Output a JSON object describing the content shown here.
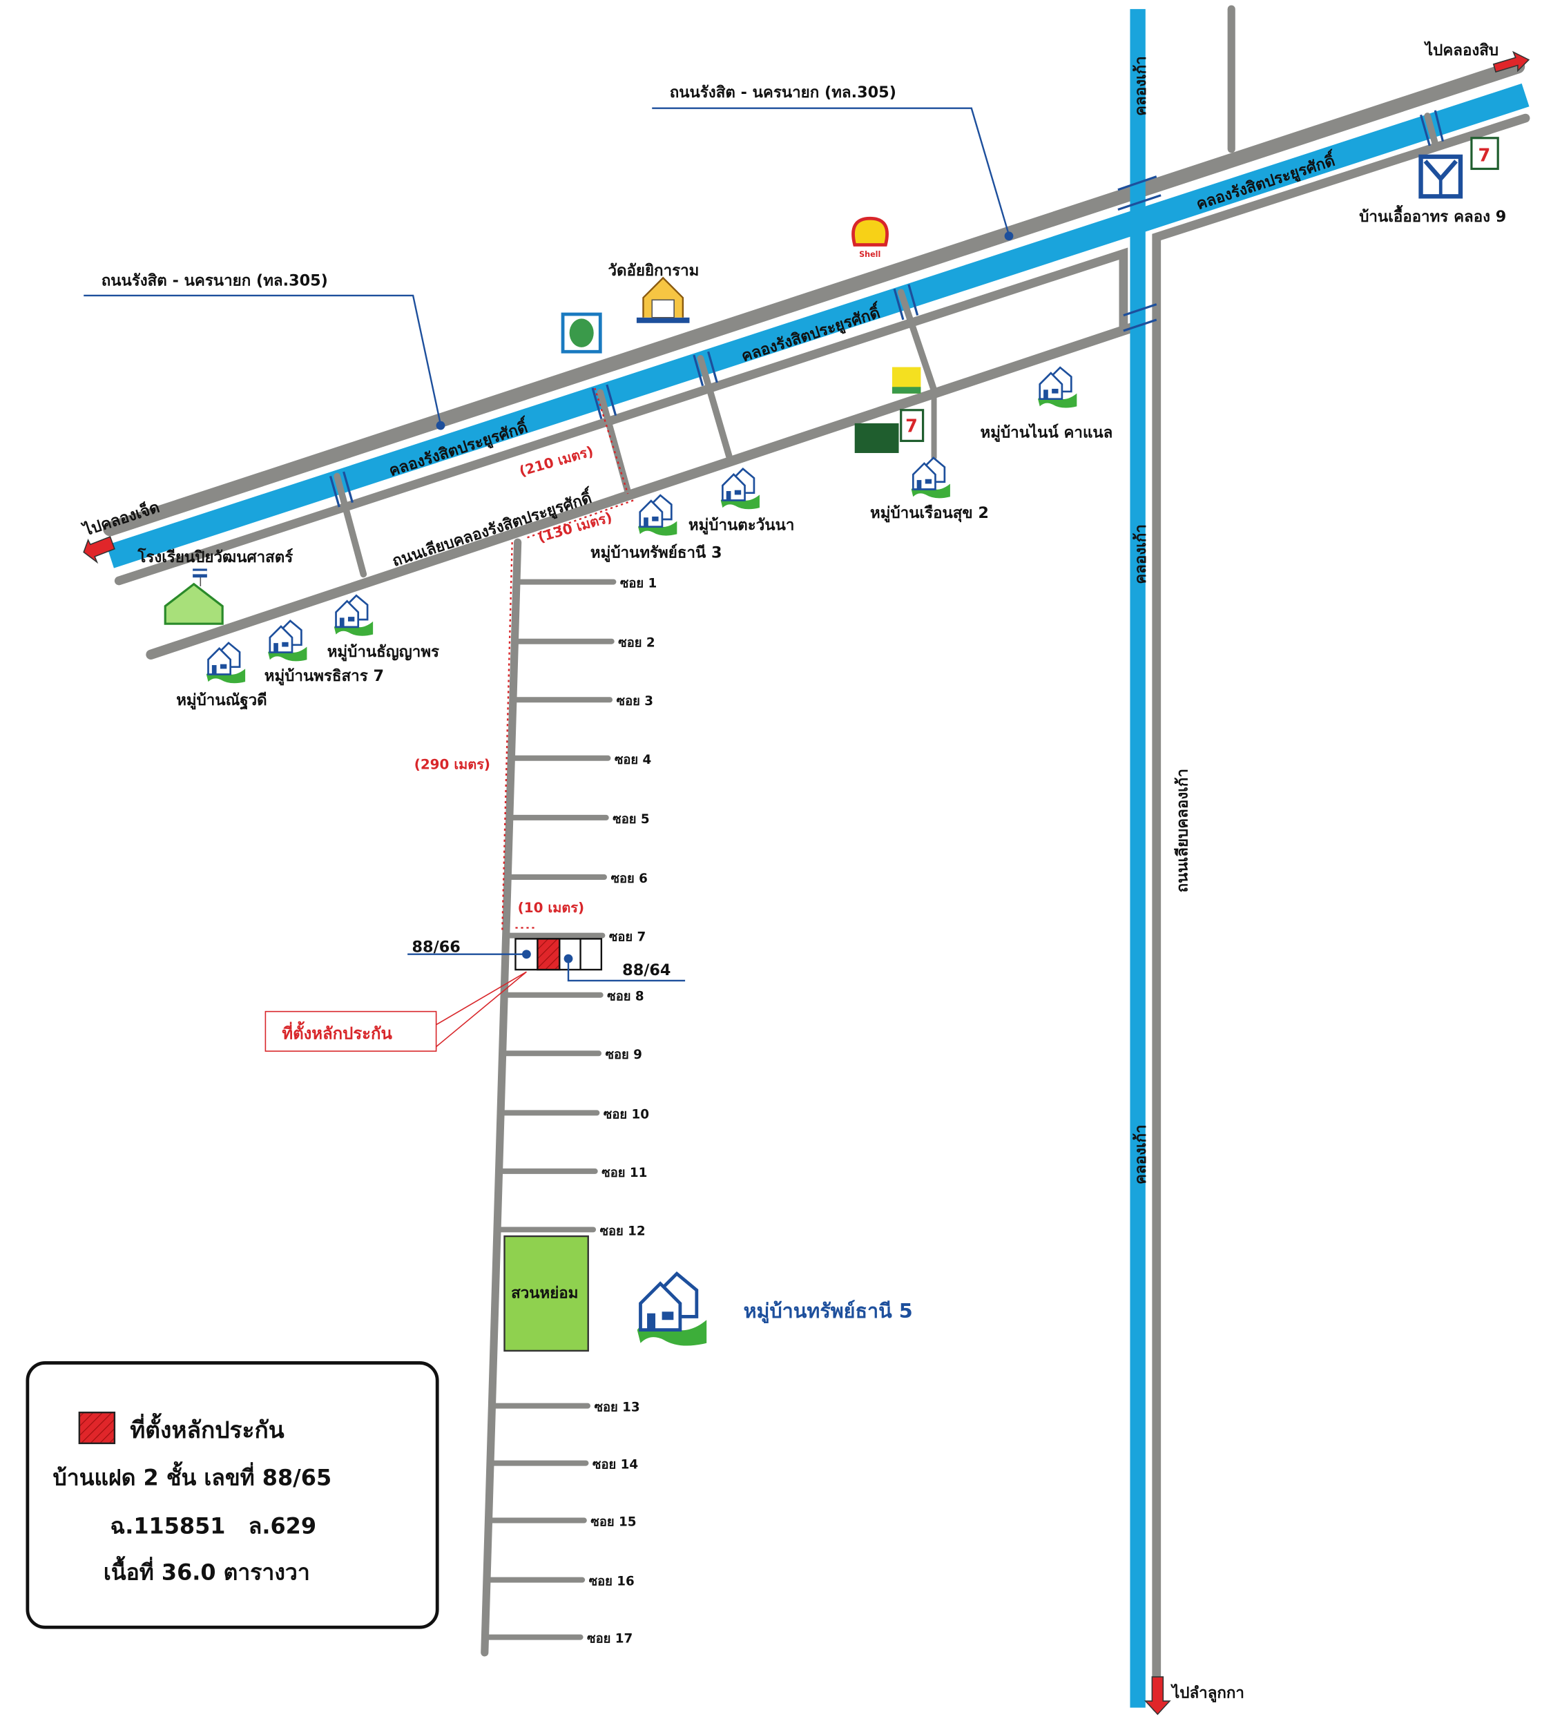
{
  "highway_label_left": "ถนนรังสิต - นครนายก (ทล.305)",
  "highway_label_right": "ถนนรังสิต - นครนายก (ทล.305)",
  "canal_main": "คลองรังสิตประยูรศักดิ์",
  "frontage_road": "ถนนเลียบคลองรังสิตประยูรศักดิ์",
  "klong_kao": "คลองเก้า",
  "klong_kao_road": "ถนนเลียบคลองเก้า",
  "directions": {
    "west": "ไปคลองเจ็ด",
    "east": "ไปคลองสิบ",
    "south": "ไปลำลูกกา"
  },
  "landmarks": {
    "school": "โรงเรียนปิยวัฒนศาสตร์",
    "temple": "วัดอัยยิการาม",
    "shell": "Shell",
    "ua_athorn": "บ้านเอื้ออาทร คลอง 9",
    "park": "สวนหย่อม"
  },
  "villages": [
    "หมู่บ้านทรัพย์ธานี 3",
    "หมู่บ้านตะวันนา",
    "หมู่บ้านเรือนสุข 2",
    "หมู่บ้านไนน์ คาแนล",
    "หมู่บ้านธัญญาพร",
    "หมู่บ้านพรธิสาร 7",
    "หมู่บ้านณัฐวดี",
    "หมู่บ้านทรัพย์ธานี 5"
  ],
  "distances": {
    "d210": "(210 เมตร)",
    "d130": "(130 เมตร)",
    "d290": "(290 เมตร)",
    "d10": "(10 เมตร)"
  },
  "sois": [
    "ซอย 1",
    "ซอย 2",
    "ซอย 3",
    "ซอย 4",
    "ซอย 5",
    "ซอย 6",
    "ซอย 7",
    "ซอย 8",
    "ซอย 9",
    "ซอย 10",
    "ซอย 11",
    "ซอย 12",
    "ซอย 13",
    "ซอย 14",
    "ซอย 15",
    "ซอย 16",
    "ซอย 17"
  ],
  "house_numbers": {
    "left": "88/66",
    "right": "88/64"
  },
  "collateral_callout": "ที่ตั้งหลักประกัน",
  "legend": {
    "title": "ที่ตั้งหลักประกัน",
    "line1": "บ้านแฝด 2 ชั้น เลขที่ 88/65",
    "line2": "ฉ.115851   ล.629",
    "line3": "เนื้อที่ 36.0 ตารางวา"
  },
  "colors": {
    "canal": "#1aa4dc",
    "road": "#8a8a87",
    "highlight": "#d8262a",
    "label_blue": "#1d4f9c",
    "park": "#8fd14f"
  }
}
